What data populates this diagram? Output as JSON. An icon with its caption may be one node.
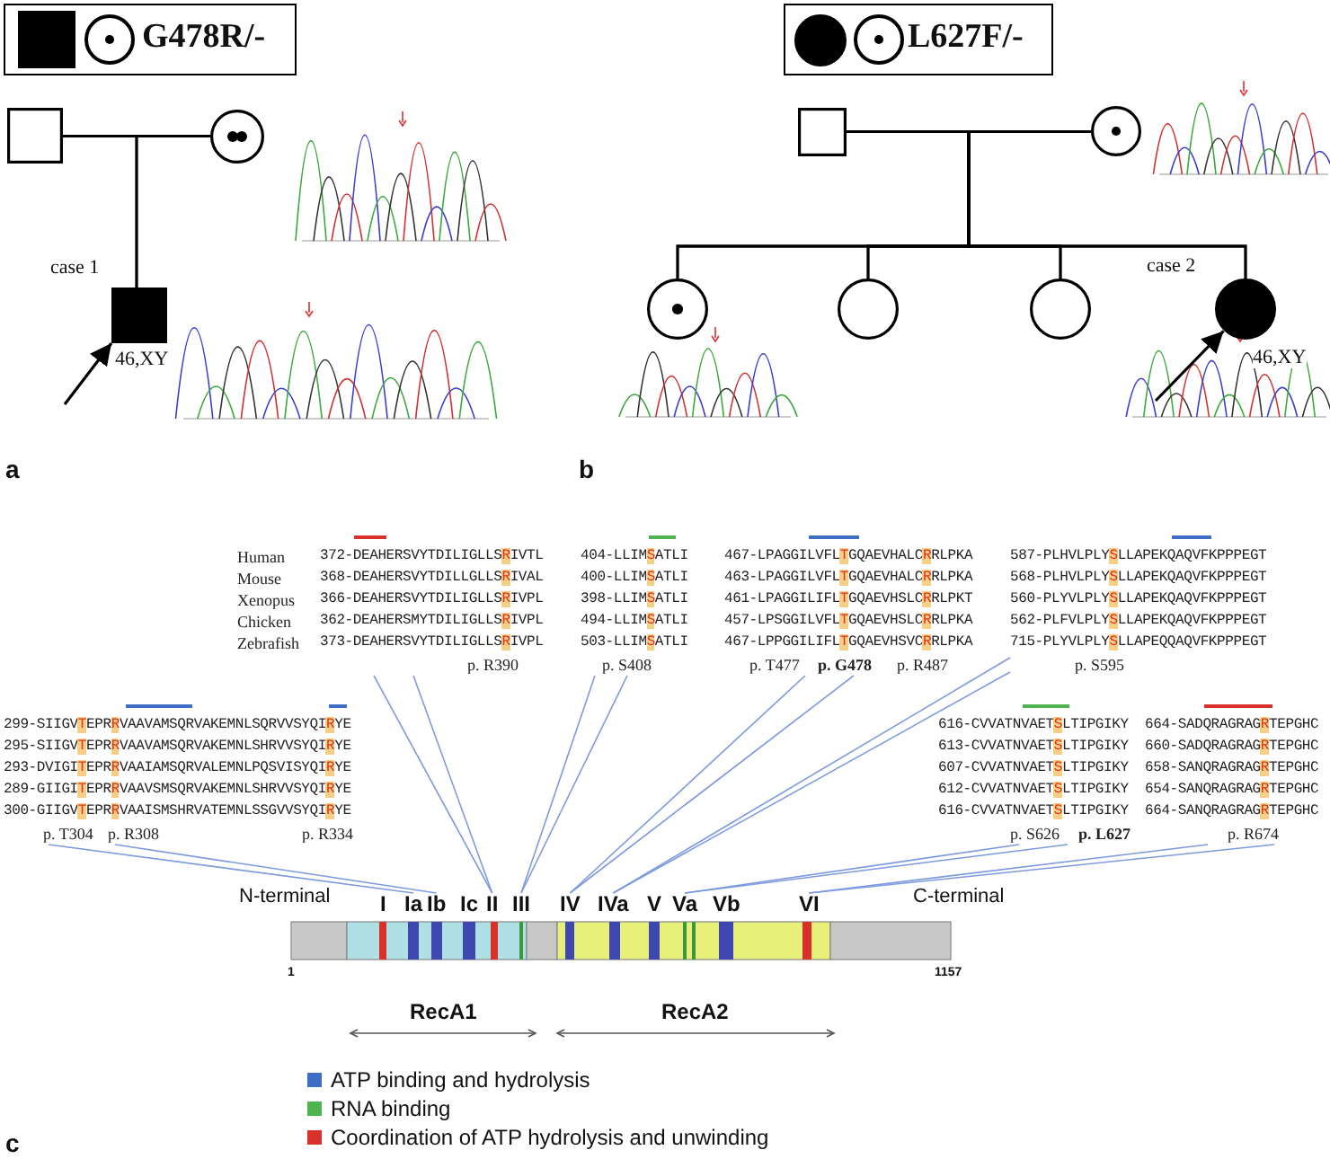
{
  "diagram": {
    "nodes": [
      {
        "text": [
          "G478R/-"
        ]
      },
      {
        "text": [],
        "shape": "box",
        "in": 0
      },
      {
        "text": [],
        "shape": "circle",
        "in": 0
      },
      {
        "text": [
          "L627F/-"
        ]
      },
      {
        "text": [],
        "shape": "circle",
        "in": 3
      },
      {
        "text": [],
        "shape": "circle",
        "in": 3
      },
      {
        "text": [],
        "shape": "box"
      },
      {
        "text": [],
        "shape": "circle"
      },
      {
        "text": [],
        "shape": "box",
        "beside": [
          "case 1",
          "46,XY"
        ]
      },
      {
        "text": [],
        "shape": "box"
      },
      {
        "text": [],
        "shape": "circle"
      },
      {
        "text": [],
        "shape": "circle"
      },
      {
        "text": [],
        "shape": "circle"
      },
      {
        "text": [],
        "shape": "circle"
      },
      {
        "text": [],
        "shape": "circle",
        "beside": [
          "case 2",
          "46,XY"
        ]
      },
      {
        "text": [
          "372-DEAHERSVYTDILIGLLS**R**IVTL",
          "368-DEAHERSVYTDILLGLLS**R**IVAL",
          "366-DEAHERSVYTDILIGLLS**R**IVPL",
          "362-DEAHERSMYTDILIGLLS**R**IVPL",
          "373-DEAHERSVYTDILIGLLS**R**IVPL",
          "p. R390"
        ]
      },
      {
        "text": [
          "404-LLIM**S**ATLI",
          "400-LLIM**S**ATLI",
          "398-LLIM**S**ATLI",
          "494-LLIM**S**ATLI",
          "503-LLIM**S**ATLI",
          "p. S408"
        ]
      },
      {
        "text": [
          "467-LPAGGILVFL**T**GQAEVHALC**R**RLPKA",
          "463-LPAGGILVFL**T**GQAEVHALC**R**RLPKA",
          "461-LPAGGILIFL**T**GQAEVHSLC**R**RLPKT",
          "457-LPSGGILVFL**T**GQAEVHSLC**R**RLPKA",
          "467-LPPGGILIFL**T**GQAEVHSVC**R**RLPKA",
          "p. T477",
          "p. G478",
          "p. R487"
        ]
      },
      {
        "text": [
          "587-PLHVLPLY**S**LLAPEKQAQVFKPPPEGT",
          "568-PLHVLPLY**S**LLAPEKQAQVFKPPPEGT",
          "560-PLYVLPLY**S**LLAPEKQAQVFKPPPEGT",
          "562-PLFVLPLY**S**LLAPEKQAQVFKPPPEGT",
          "715-PLYVLPLY**S**LLAPEQQAQVFKPPPEGT",
          "p. S595"
        ]
      },
      {
        "text": [
          "299-SIIGV**T**EPR**R**VAAVAMSQRVAKEMNLSQRVVSYQI**R**YE",
          "295-SIIGV**T**EPR**R**VAAVAMSQRVAKEMNLSHRVVSYQI**R**YE",
          "293-DVIGI**T**EPR**R**VAAIAMSQRVALEMNLPQSVISYQI**R**YE",
          "289-GIIGI**T**EPR**R**VAAVSMSQRVAKEMNLSHRVVSYQI**R**YE",
          "300-GIIGV**T**EPR**R**VAAISMSHRVATEMNLSSGVVSYQI**R**YE",
          "p. T304",
          "p. R308",
          "p. R334"
        ]
      },
      {
        "text": [
          "616-CVVATNVAET**S**LTIPGIKY",
          "613-CVVATNVAET**S**LTIPGIKY",
          "607-CVVATNVAET**S**LTIPGIKY",
          "612-CVVATNVAET**S**LTIPGIKY",
          "616-CVVATNVAET**S**LTIPGIKY",
          "p. S626",
          "p. L627"
        ]
      },
      {
        "text": [
          "664-SADQRAGRAG**R**TEPGHC",
          "660-SADQRAGRAG**R**TEPGHC",
          "658-SANQRAGRAG**R**TEPGHC",
          "654-SANQRAGRAG**R**TEPGHC",
          "664-SANQRAGRAG**R**TEPGHC",
          "p. R674"
        ]
      },
      {
        "text": [
          "I"
        ]
      },
      {
        "text": [
          "Ia"
        ]
      },
      {
        "text": [
          "Ib"
        ]
      },
      {
        "text": [
          "Ic"
        ]
      },
      {
        "text": [
          "II"
        ]
      },
      {
        "text": [
          "III"
        ]
      },
      {
        "text": [
          "IV"
        ]
      },
      {
        "text": [
          "IVa"
        ]
      },
      {
        "text": [
          "V"
        ]
      },
      {
        "text": [
          "Va"
        ]
      },
      {
        "text": [
          "Vb"
        ]
      },
      {
        "text": [
          "VI"
        ]
      }
    ],
    "edges": [
      {
        "from": 6,
        "to": 7,
        "arrow": "none",
        "color": "#000000"
      },
      {
        "from": 6,
        "to": 8,
        "arrow": "none",
        "color": "#000000"
      },
      {
        "from": 7,
        "to": 8,
        "arrow": "none",
        "color": "#000000"
      },
      {
        "from": null,
        "to": 8,
        "arrow": "to",
        "color": "#000000"
      },
      {
        "from": 9,
        "to": 10,
        "arrow": "none",
        "color": "#000000"
      },
      {
        "from": 9,
        "to": 11,
        "arrow": "none",
        "color": "#000000"
      },
      {
        "from": 9,
        "to": 12,
        "arrow": "none",
        "color": "#000000"
      },
      {
        "from": 9,
        "to": 13,
        "arrow": "none",
        "color": "#000000"
      },
      {
        "from": 9,
        "to": 14,
        "arrow": "none",
        "color": "#000000"
      },
      {
        "from": 10,
        "to": 11,
        "arrow": "none",
        "color": "#000000"
      },
      {
        "from": 10,
        "to": 12,
        "arrow": "none",
        "color": "#000000"
      },
      {
        "from": 10,
        "to": 13,
        "arrow": "none",
        "color": "#000000"
      },
      {
        "from": 10,
        "to": 14,
        "arrow": "none",
        "color": "#000000"
      },
      {
        "from": null,
        "to": 14,
        "arrow": "to",
        "color": "#000000"
      },
      {
        "from": 19,
        "to": 23,
        "arrow": "none",
        "color": "#7d9ae0"
      },
      {
        "from": 19,
        "to": 24,
        "arrow": "none",
        "color": "#7d9ae0"
      },
      {
        "from": 15,
        "to": 26,
        "arrow": "none",
        "color": "#7d9ae0"
      },
      {
        "from": 15,
        "to": 26,
        "arrow": "none",
        "color": "#7d9ae0"
      },
      {
        "from": 16,
        "to": 27,
        "arrow": "none",
        "color": "#7d9ae0"
      },
      {
        "from": 16,
        "to": 27,
        "arrow": "none",
        "color": "#7d9ae0"
      },
      {
        "from": 17,
        "to": 28,
        "arrow": "none",
        "color": "#7d9ae0"
      },
      {
        "from": 17,
        "to": 28,
        "arrow": "none",
        "color": "#7d9ae0"
      },
      {
        "from": 18,
        "to": 29,
        "arrow": "none",
        "color": "#7d9ae0"
      },
      {
        "from": 18,
        "to": 29,
        "arrow": "none",
        "color": "#7d9ae0"
      },
      {
        "from": 20,
        "to": 31,
        "arrow": "none",
        "color": "#7d9ae0"
      },
      {
        "from": 20,
        "to": 31,
        "arrow": "none",
        "color": "#7d9ae0"
      },
      {
        "from": 21,
        "to": 33,
        "arrow": "none",
        "color": "#7d9ae0"
      },
      {
        "from": 21,
        "to": 33,
        "arrow": "none",
        "color": "#7d9ae0"
      }
    ],
    "labels": [
      "a",
      "b",
      "Human",
      "Mouse",
      "Xenopus",
      "Chicken",
      "Zebrafish",
      "N-terminal",
      "C-terminal",
      "1",
      "1157",
      "RecA1",
      "RecA2",
      "c"
    ],
    "legend": [
      {
        "text": "ATP binding and hydrolysis",
        "color": "#3f6fc4"
      },
      {
        "text": "RNA binding",
        "color": "#4fb34f"
      },
      {
        "text": "Coordination of ATP hydrolysis and unwinding",
        "color": "#d9302c"
      }
    ]
  }
}
